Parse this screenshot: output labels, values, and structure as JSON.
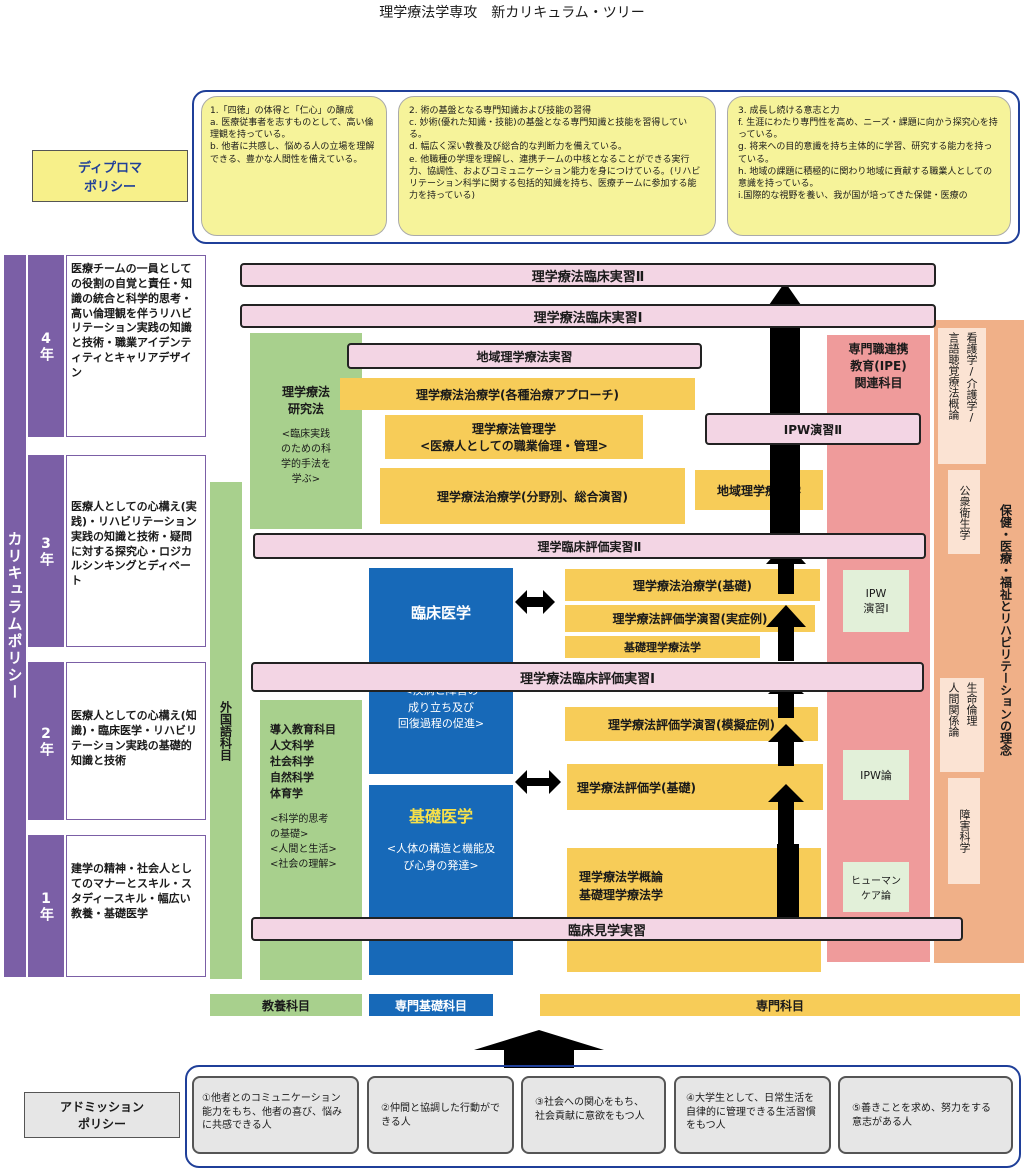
{
  "title": "理学療法学専攻　新カリキュラム・ツリー",
  "diploma_policy": {
    "label": [
      "ディプロマ",
      "ポリシー"
    ],
    "boxes": [
      {
        "lines": [
          "1.「四徳」の体得と「仁心」の醸成",
          "a. 医療従事者を志すものとして、高い倫理観を持っている。",
          "b. 他者に共感し、悩める人の立場を理解できる、豊かな人間性を備えている。"
        ]
      },
      {
        "lines": [
          "2. 術の基盤となる専門知識および技能の習得",
          "c. 妙術(優れた知識・技能)の基盤となる専門知識と技能を習得している。",
          "d. 幅広く深い教養及び総合的な判断力を備えている。",
          "e. 他職種の学理を理解し、連携チームの中核となることができる実行力、協調性、およびコミュニケーション能力を身につけている。(リハビリテーション科学に関する包括的知識を持ち、医療チームに参加する能力を持っている)"
        ]
      },
      {
        "lines": [
          "3. 成長し続ける意志と力",
          "f. 生涯にわたり専門性を高め、ニーズ・課題に向かう探究心を持っている。",
          "g. 将来への目的意識を持ち主体的に学習、研究する能力を持っている。",
          "h. 地域の課題に積極的に関わり地域に貢献する職業人としての意識を持っている。",
          "i.国際的な視野を養い、我が国が培ってきた保健・医療の"
        ]
      }
    ]
  },
  "curriculum_policy_label": "カリキュラムポリシー",
  "years": [
    {
      "label": "4年",
      "text": "医療チームの一員としての役割の自覚と責任・知識の統合と科学的思考・高い倫理観を伴うリハビリテーション実践の知識と技術・職業アイデンティティとキャリアデザイン"
    },
    {
      "label": "3年",
      "text": "医療人としての心構え(実践)・リハビリテーション実践の知識と技術・疑問に対する探究心・ロジカルシンキングとディベート"
    },
    {
      "label": "2年",
      "text": "医療人としての心構え(知識)・臨床医学・リハビリテーション実践の基礎的知識と技術"
    },
    {
      "label": "1年",
      "text": "建学の精神・社会人としてのマナーとスキル・スタディースキル・幅広い教養・基礎医学"
    }
  ],
  "bars": {
    "clinical2": "理学療法臨床実習Ⅱ",
    "clinical1": "理学療法臨床実習Ⅰ",
    "community": "地域理学療法実習",
    "eval2": "理学臨床評価実習Ⅱ",
    "eval1": "理学療法臨床評価実習Ⅰ",
    "observe": "臨床見学実習"
  },
  "research": {
    "title": [
      "理学療法",
      "研究法"
    ],
    "sub": [
      "<臨床実践",
      "のための科",
      "学的手法を",
      "学ぶ>"
    ]
  },
  "foreign_language": "外国語科目",
  "liberal": {
    "main": [
      "導入教育科目",
      "人文科学",
      "社会科学",
      "自然科学",
      "体育学"
    ],
    "sub": [
      "<科学的思考",
      "の基礎>",
      "<人間と生活>",
      "<社会の理解>"
    ]
  },
  "clinical_medicine": {
    "title": "臨床医学",
    "sub": [
      "<疾病と障害の",
      "成り立ち及び",
      "回復過程の促進>"
    ]
  },
  "basic_medicine": {
    "title": "基礎医学",
    "sub": [
      "<人体の構造と機能及",
      "び心身の発達>"
    ]
  },
  "pro_subjects": {
    "treat_various": "理学療法治療学(各種治療アプローチ)",
    "management": [
      "理学療法管理学",
      "<医療人としての職業倫理・管理>"
    ],
    "treat_comp": "理学療法治療学(分野別、総合演習)",
    "community_pt": "地域理学療法学",
    "treat_basic": "理学療法治療学(基礎)",
    "eval_case": "理学療法評価学演習(実症例)",
    "basic_pt": "基礎理学療法学",
    "eval_sim": "理学療法評価学演習(模擬症例)",
    "eval_basic": "理学療法評価学(基礎)",
    "intro": [
      "理学療法学概論",
      "基礎理学療法学"
    ]
  },
  "ipe": {
    "title": [
      "専門職連携",
      "教育(IPE)",
      "関連科目"
    ],
    "ipw2": "IPW演習Ⅱ",
    "ipw1": [
      "IPW",
      "演習Ⅰ"
    ],
    "ipw_theory": "IPW論",
    "human_care": [
      "ヒューマン",
      "ケア論"
    ]
  },
  "welfare": {
    "concept": "保健・医療・福祉とリハビリテーションの理念",
    "col1": "看護学/介護学/",
    "col2": "言語聴覚療法概論",
    "public_health": "公衆衛生学",
    "life_ethics": "生命倫理",
    "human_rel": "人間関係論",
    "disability": "障害科学"
  },
  "categories": {
    "liberal": "教養科目",
    "basic": "専門基礎科目",
    "pro": "専門科目"
  },
  "admission_policy": {
    "label": [
      "アドミッション",
      "ポリシー"
    ],
    "items": [
      "①他者とのコミュニケーション能力をもち、他者の喜び、悩みに共感できる人",
      "②仲間と協調した行動ができる人",
      "③社会への関心をもち、社会貢献に意欲をもつ人",
      "④大学生として、日常生活を自律的に管理できる生活習慣をもつ人",
      "⑤善きことを求め、努力をする意志がある人"
    ]
  },
  "colors": {
    "pink": "#f3d5e4",
    "yellow": "#f7cc58",
    "green": "#a8d08d",
    "blue": "#1769b8",
    "salmon": "#ef9b9b",
    "orange": "#f0b088",
    "purple": "#7b5fa6",
    "frame": "#1f3f99"
  }
}
